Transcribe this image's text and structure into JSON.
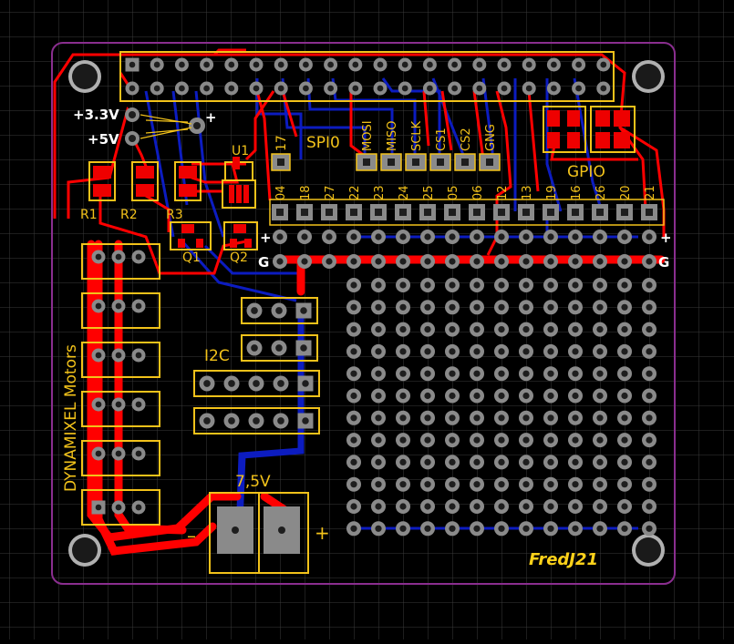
{
  "colors": {
    "background": "#000000",
    "grid": "#3a3a3a",
    "board_outline": "#8a2e8f",
    "silkscreen": "#f2c21a",
    "top_copper": "#ff0000",
    "bottom_copper": "#0c1cc0",
    "pad": "#8a8a8a",
    "hole": "#1e1e1e",
    "mount_hole": "#b0b0b0",
    "hatch_text": "#ffffff",
    "signature": "#ffd21a"
  },
  "labels": {
    "v33": "+3.3V",
    "v5": "+5V",
    "plus": "+",
    "u1": "U1",
    "r1": "R1",
    "r2": "R2",
    "r3": "R3",
    "q1": "Q1",
    "q2": "Q2",
    "spi": "SPI0",
    "gpio": "GPIO",
    "i2c": "I2C",
    "motors": "DYNAMIXEL Motors",
    "supply": "7,5V",
    "minus": "–",
    "rail_plus": "+",
    "rail_g": "G",
    "pin17": "17",
    "signature": "FredJ21"
  },
  "spi_signals": [
    "MOSI",
    "MISO",
    "SCLK",
    "CS1",
    "CS2",
    "GNG"
  ],
  "gpio_numbers": [
    "04",
    "18",
    "27",
    "22",
    "23",
    "24",
    "25",
    "05",
    "06",
    "12",
    "13",
    "19",
    "16",
    "26",
    "20",
    "21"
  ]
}
